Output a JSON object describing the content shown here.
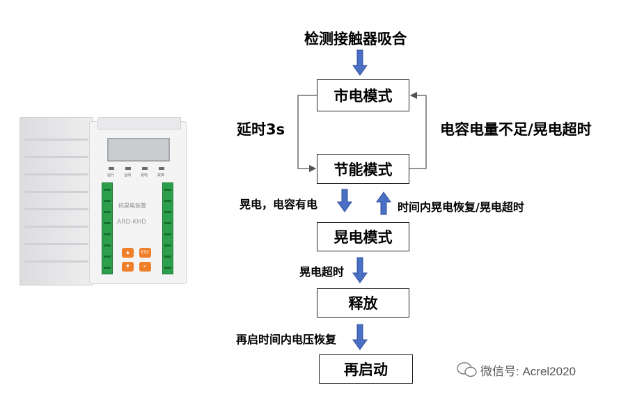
{
  "diagram": {
    "nodes": {
      "detect": "检测接触器吸合",
      "mains": "市电模式",
      "saving": "节能模式",
      "sag": "晃电模式",
      "release": "释放",
      "restart": "再启动"
    },
    "edges": {
      "delay": "延时3s",
      "cap_low": "电容电量不足/晃电超时",
      "sag_cap": "晃电，电容有电",
      "recover": "时间内晃电恢复/晃电超时",
      "sag_timeout": "晃电超时",
      "restart_cond": "再启时间内电压恢复"
    },
    "arrow_color": "#4a6fc4"
  },
  "device": {
    "name": "抗晃电装置",
    "model": "ARD-KHD",
    "indicators": [
      "运行",
      "合闸",
      "晃电",
      "故障"
    ],
    "buttons": [
      "▲",
      "ESC",
      "▼",
      "↵"
    ]
  },
  "watermark": "微信号: Acrel2020"
}
